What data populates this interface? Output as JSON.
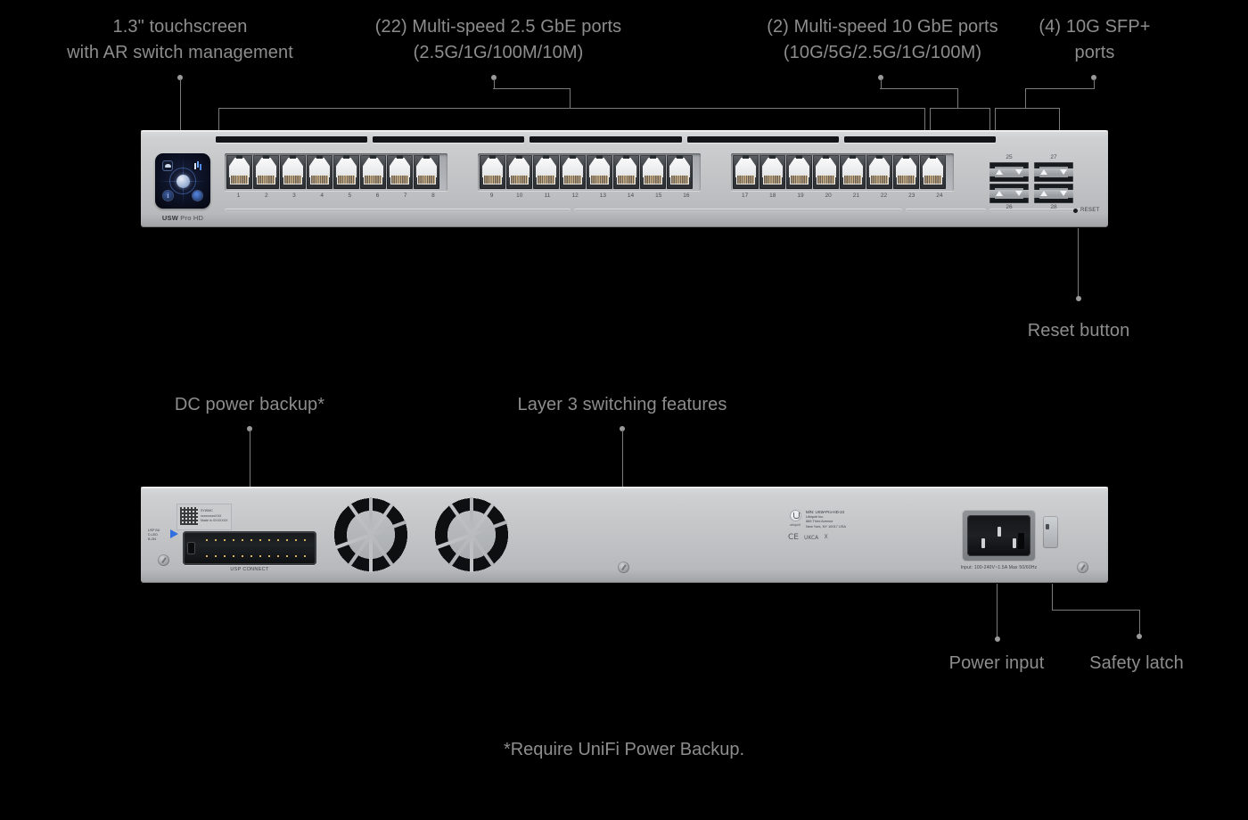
{
  "diagram": {
    "footnote": "*Require UniFi Power Backup."
  },
  "callouts": {
    "touchscreen": "1.3\" touchscreen\nwith AR switch management",
    "ports_2_5g": "(22) Multi-speed 2.5 GbE ports\n(2.5G/1G/100M/10M)",
    "ports_10g": "(2) Multi-speed 10 GbE ports\n(10G/5G/2.5G/1G/100M)",
    "sfp_ports": "(4) 10G SFP+\nports",
    "reset_button": "Reset button",
    "dc_power_backup": "DC power backup*",
    "layer3": "Layer 3 switching features",
    "power_input": "Power input",
    "safety_latch": "Safety latch"
  },
  "front_panel": {
    "model_brand": "USW",
    "model_name": "Pro HD",
    "port_numbers_bank1": [
      "1",
      "2",
      "3",
      "4",
      "5",
      "6",
      "7",
      "8"
    ],
    "port_numbers_bank2": [
      "9",
      "10",
      "11",
      "12",
      "13",
      "14",
      "15",
      "16"
    ],
    "port_numbers_bank3": [
      "17",
      "18",
      "19",
      "20",
      "21",
      "22",
      "23",
      "24"
    ],
    "sfp_numbers_top": [
      "25",
      "27"
    ],
    "sfp_numbers_bottom": [
      "26",
      "28"
    ],
    "reset_label": "RESET",
    "touchscreen_icons": [
      "cloud-icon",
      "signal-bars-icon",
      "info-icon",
      "power-icon"
    ]
  },
  "rear_panel": {
    "qr_lines": [
      "SYWMC",
      "xxxxxxxxxXXX",
      "Made in XXXXXXX"
    ],
    "led_legend": [
      "USP BU",
      "D-LED",
      "B-ON"
    ],
    "dc_connector_label": "USP CONNECT",
    "model_number": "M/N: USW-Pro-HD-24",
    "company": "Ubiquiti Inc.",
    "address_line1": "685 Third Avenue",
    "address_line2": "New York, NY 10017 USA",
    "brand_word": "ubiquiti",
    "cert_marks": [
      "CE",
      "UKCA",
      "WEEE"
    ],
    "power_rating": "Input: 100-240V~1.5A Max 50/60Hz"
  },
  "colors": {
    "background": "#000000",
    "label_text": "#8d8d8d",
    "leader_line": "#7a7a7a",
    "chassis_light": "#d8d9da",
    "chassis_dark": "#9fa1a4",
    "screen_blue": "#18203a"
  }
}
